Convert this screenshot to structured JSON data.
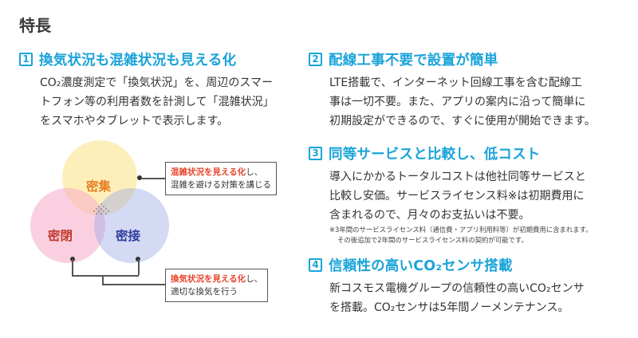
{
  "page_title": "特長",
  "features": [
    {
      "number": "1",
      "title": "換気状況も混雑状況も見える化",
      "body": [
        "CO₂濃度測定で「換気状況」を、周辺のスマー",
        "トフォン等の利用者数を計測して「混雑状況」",
        "をスマホやタブレットで表示します。"
      ]
    },
    {
      "number": "2",
      "title": "配線工事不要で設置が簡単",
      "body": [
        "LTE搭載で、インターネット回線工事を含む配線工",
        "事は一切不要。また、アプリの案内に沿って簡単に",
        "初期設定ができるので、すぐに使用が開始できます。"
      ]
    },
    {
      "number": "3",
      "title": "同等サービスと比較し、低コスト",
      "body": [
        "導入にかかるトータルコストは他社同等サービスと",
        "比較し安価。サービスライセンス料※は初期費用に",
        "含まれるので、月々のお支払いは不要。"
      ],
      "notes": [
        "※3年間のサービスライセンス料（通信費・アプリ利用料等）が初期費用に含まれます。",
        "その後追加で2年間のサービスライセンス料の契約が可能です。"
      ]
    },
    {
      "number": "4",
      "title": "信頼性の高いCO₂センサ搭載",
      "body": [
        "新コスモス電機グループの信頼性の高いCO₂センサ",
        "を搭載。CO₂センサは5年間ノーメンテナンス。"
      ]
    }
  ],
  "venn": {
    "top": "密集",
    "left": "密閉",
    "right": "密接",
    "colors": {
      "top": "#fbe182",
      "left": "#f5aac8",
      "right": "#a0aae6",
      "accent": "#1aa3d9",
      "highlight": "#e8452a"
    }
  },
  "callouts": {
    "congestion": {
      "highlight": "混雑状況を見える化",
      "rest1": "し、",
      "line2": "混雑を避ける対策を講じる"
    },
    "ventilation": {
      "highlight": "換気状況を見える化",
      "rest1": "し、",
      "line2": "適切な換気を行う"
    }
  }
}
